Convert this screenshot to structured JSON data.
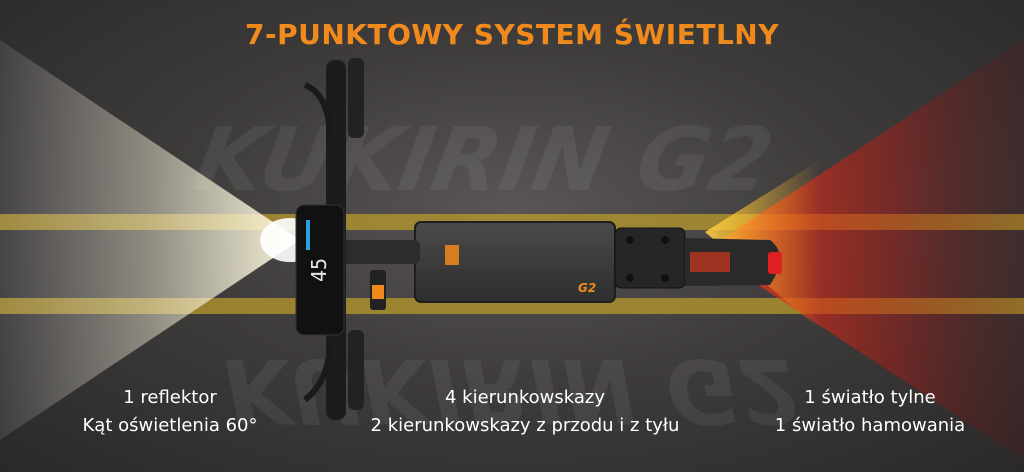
{
  "title": "7-PUNKTOWY SYSTEM ŚWIETLNY",
  "brand_watermark": "KUKIRIN G2",
  "deck_model": "G2",
  "display_speed": "45",
  "captions": {
    "front": {
      "line1": "1 reflektor",
      "line2": "Kąt oświetlenia 60°"
    },
    "middle": {
      "line1": "4 kierunkowskazy",
      "line2": "2 kierunkowskazy z przodu i z tyłu"
    },
    "rear": {
      "line1": "1 światło tylne",
      "line2": "1 światło hamowania"
    }
  },
  "colors": {
    "accent": "#f08a1c",
    "road_line": "#c9a630",
    "brake_light": "#d42020"
  }
}
